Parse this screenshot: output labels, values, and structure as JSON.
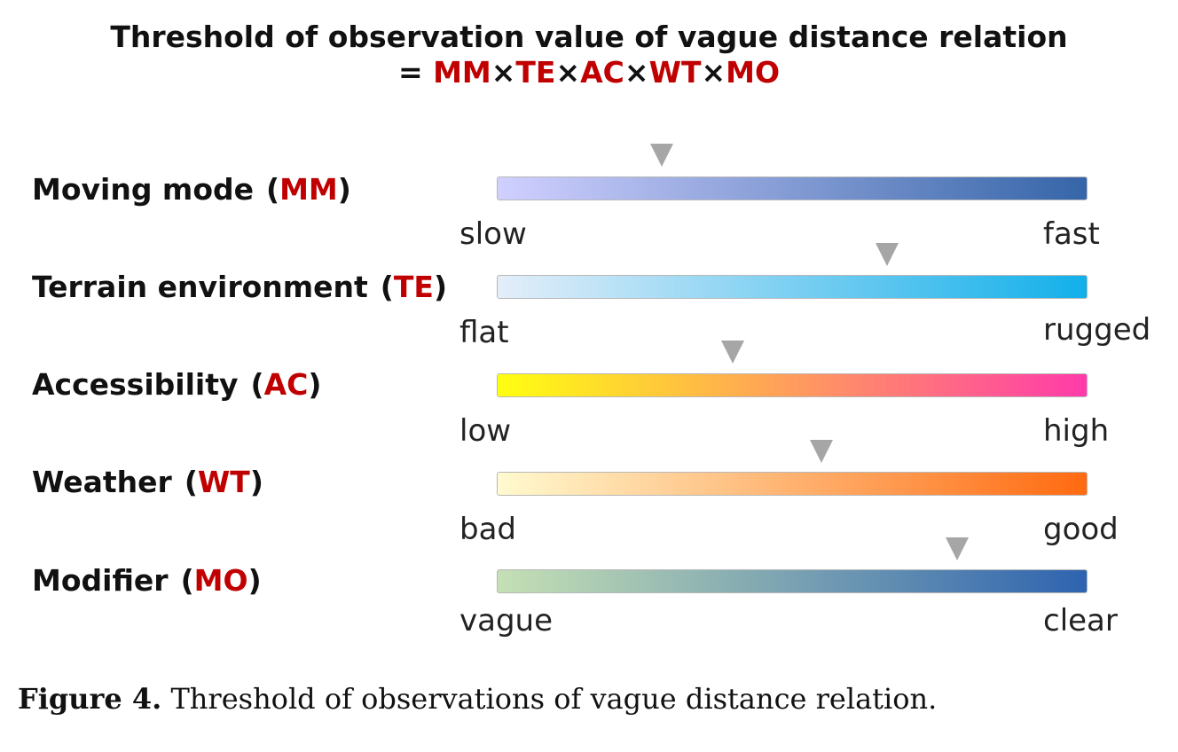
{
  "title": {
    "line1": "Threshold of observation value of vague distance relation",
    "line2_prefix": "= ",
    "formula_terms": [
      "MM",
      "TE",
      "AC",
      "WT",
      "MO"
    ],
    "formula_operator": "×"
  },
  "factors": [
    {
      "name": "Moving mode",
      "code": "MM",
      "low_label": "slow",
      "high_label": "fast",
      "gradient_start": "#d0d0ff",
      "gradient_end": "#3565a8",
      "marker_position": 0.28
    },
    {
      "name": "Terrain environment",
      "code": "TE",
      "low_label": "flat",
      "high_label": "rugged",
      "gradient_start": "#e4eef9",
      "gradient_end": "#12b0ea",
      "marker_position": 0.66
    },
    {
      "name": "Accessibility",
      "code": "AC",
      "low_label": "low",
      "high_label": "high",
      "gradient_start": "#ffff10",
      "gradient_end": "#ff3aaa",
      "marker_position": 0.4
    },
    {
      "name": "Weather",
      "code": "WT",
      "low_label": "bad",
      "high_label": "good",
      "gradient_start": "#fffad0",
      "gradient_end": "#ff6a10",
      "marker_position": 0.55
    },
    {
      "name": "Modifier",
      "code": "MO",
      "low_label": "vague",
      "high_label": "clear",
      "gradient_start": "#c5e0b4",
      "gradient_end": "#2e63b0",
      "marker_position": 0.78
    }
  ],
  "caption": {
    "label": "Figure 4.",
    "text": " Threshold of observations of vague distance relation."
  }
}
